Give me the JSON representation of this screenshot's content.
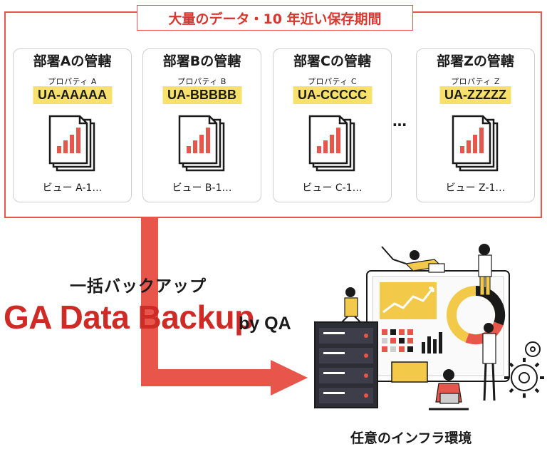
{
  "header": {
    "title": "大量のデータ・10 年近い保存期間"
  },
  "cards": [
    {
      "title": "部署Aの管轄",
      "property": "プロパティ A",
      "id": "UA-AAAAA",
      "view": "ビュー A-1…"
    },
    {
      "title": "部署Bの管轄",
      "property": "プロパティ B",
      "id": "UA-BBBBB",
      "view": "ビュー B-1…"
    },
    {
      "title": "部署Cの管轄",
      "property": "プロパティ C",
      "id": "UA-CCCCC",
      "view": "ビュー C-1…"
    },
    {
      "title": "部署Zの管轄",
      "property": "プロパティ Z",
      "id": "UA-ZZZZZ",
      "view": "ビュー Z-1…"
    }
  ],
  "ellipsis": "…",
  "backup": {
    "subtitle": "一括バックアップ",
    "product": "GA Data Backup",
    "by": "by QA"
  },
  "infra": {
    "label": "任意のインフラ環境"
  },
  "colors": {
    "accent": "#e8564b",
    "brand_red": "#cf2b26",
    "highlight": "#f7e16a",
    "illus_yellow": "#f3c94a"
  },
  "icons": [
    "document-chart-icon",
    "flow-arrow-icon",
    "server-rack-icon",
    "dashboard-monitor-icon",
    "gear-icon",
    "people-illustration"
  ]
}
